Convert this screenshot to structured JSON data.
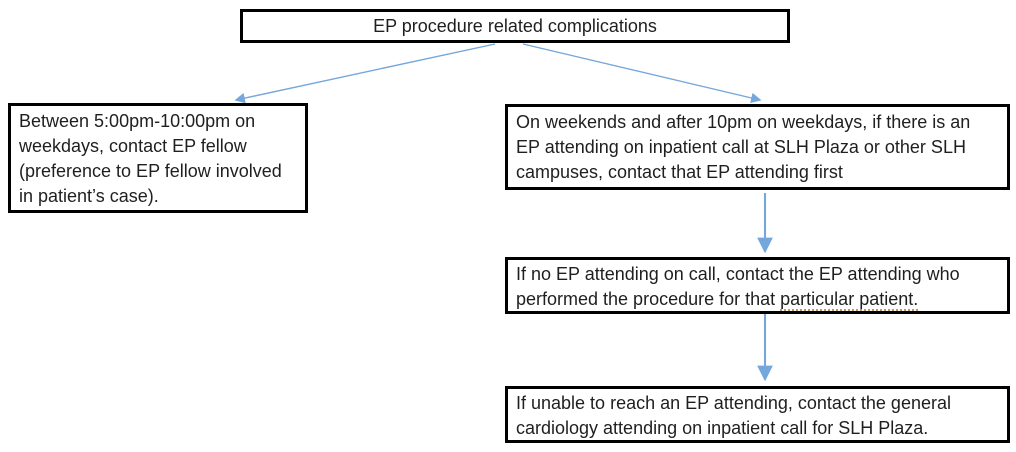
{
  "colors": {
    "background": "#FFFFFF",
    "box_border": "#000000",
    "text": "#1F1F1F",
    "arrow": "#74A7DC",
    "refinement_underline": "#C2955A"
  },
  "flowchart": {
    "root": {
      "text": "EP procedure related complications"
    },
    "left_branch": {
      "lines": [
        "Between 5:00pm-10:00pm on",
        "weekdays, contact EP fellow",
        "(preference to EP fellow involved",
        "in patient’s case)."
      ]
    },
    "right_branch": {
      "lines": [
        "On weekends and after 10pm on weekdays, if there is an",
        "EP attending on inpatient call at SLH Plaza or other SLH",
        "campuses, contact that EP attending first"
      ]
    },
    "right_step2": {
      "line1": "If no EP attending on call, contact the EP attending who",
      "line2_before": "performed the procedure for that ",
      "line2_underlined": "particular patient."
    },
    "right_step3": {
      "lines": [
        "If unable to reach an EP attending, contact the general",
        "cardiology attending on inpatient call for SLH Plaza."
      ]
    }
  }
}
